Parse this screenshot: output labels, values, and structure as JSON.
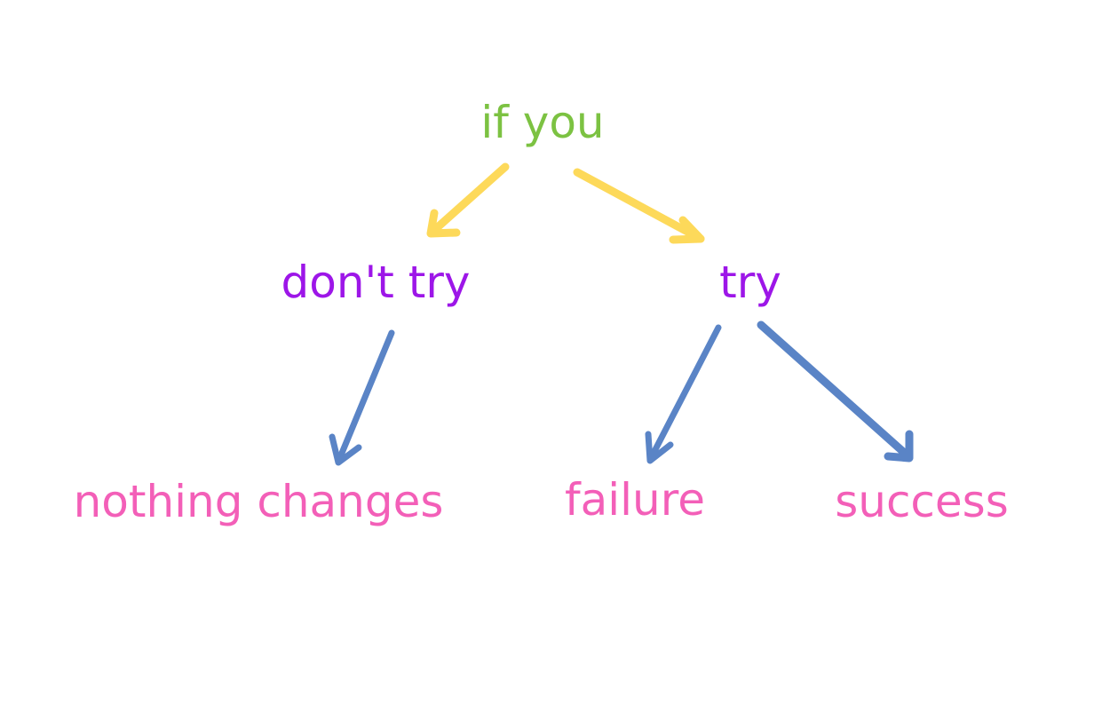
{
  "nodes": {
    "root": {
      "text": "if you"
    },
    "dont_try": {
      "text": "don't try"
    },
    "try": {
      "text": "try"
    },
    "nothing_changes": {
      "text": "nothing changes"
    },
    "failure": {
      "text": "failure"
    },
    "success": {
      "text": "success"
    }
  },
  "colors": {
    "root": "#7cc242",
    "choice": "#9d16e8",
    "outcome": "#f35fb8",
    "arrow_top": "#fdd95a",
    "arrow_bottom": "#5a84c6"
  }
}
